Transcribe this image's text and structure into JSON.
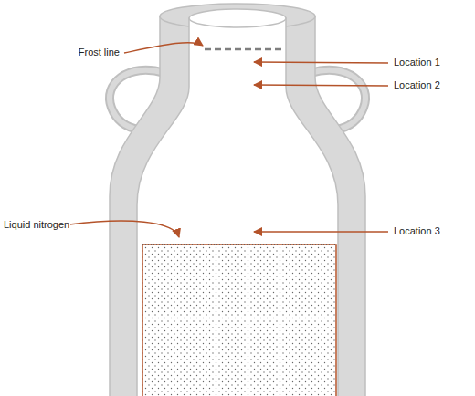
{
  "diagram": {
    "labels": [
      "Frost line",
      "Location 1",
      "Location 2",
      "Location 3",
      "Liquid nitrogen"
    ]
  }
}
